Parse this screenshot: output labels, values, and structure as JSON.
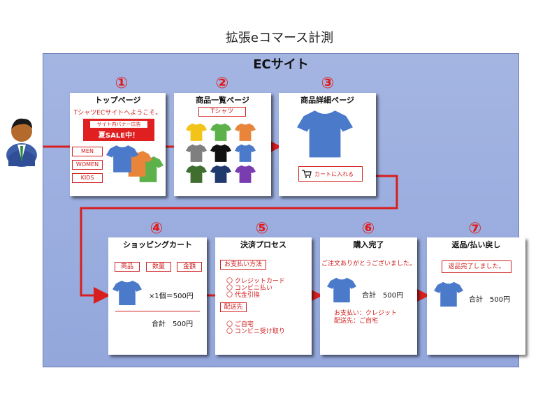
{
  "title": "拡張eコマース計測",
  "site_label": "ECサイト",
  "steps": [
    {
      "num": "①",
      "title": "トップページ",
      "welcome": "TシャツECサイトへようこそ。",
      "banner_small": "サイト内バナー広告",
      "banner_main": "夏SALE中！",
      "menu": [
        "MEN",
        "WOMEN",
        "KIDS"
      ]
    },
    {
      "num": "②",
      "title": "商品一覧ページ",
      "category": "Tシャツ"
    },
    {
      "num": "③",
      "title": "商品詳細ページ",
      "cart_button": "カートに入れる"
    },
    {
      "num": "④",
      "title": "ショッピングカート",
      "headers": [
        "商品",
        "数量",
        "金額"
      ],
      "line_item": "×1個＝500円",
      "total": "合計　500円"
    },
    {
      "num": "⑤",
      "title": "決済プロセス",
      "payment_label": "お支払い方法",
      "payment_options": [
        "〇 クレジットカード",
        "〇 コンビニ払い",
        "〇 代金引換"
      ],
      "shipping_label": "配送先",
      "shipping_options": [
        "〇 ご自宅",
        "〇 コンビニ受け取り"
      ]
    },
    {
      "num": "⑥",
      "title": "購入完了",
      "thanks": "ご注文ありがとうございました。",
      "total": "合計　500円",
      "payment_info": "お支払い：クレジット",
      "shipping_info": "配送先：ご自宅"
    },
    {
      "num": "⑦",
      "title": "返品/払い戻し",
      "refund_message": "返品完了しました。",
      "total": "合計　500円"
    }
  ],
  "colors": {
    "accent": "#d81e1e",
    "shirt_blue": "#4a7ac9",
    "panel": "#9fb1e0"
  },
  "icons": {
    "user": "person-icon",
    "cart": "cart-icon",
    "product": "tshirt-icon"
  }
}
